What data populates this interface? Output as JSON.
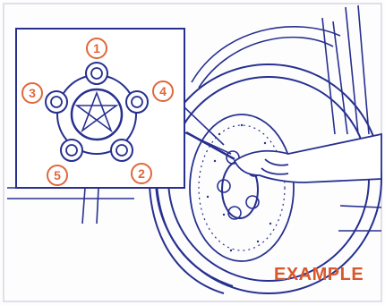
{
  "caption": "EXAMPLE",
  "lug_nut_order": [
    "1",
    "2",
    "3",
    "4",
    "5"
  ],
  "colors": {
    "line": "#27308f",
    "accent": "#e0673c",
    "caption": "#d9572b"
  }
}
